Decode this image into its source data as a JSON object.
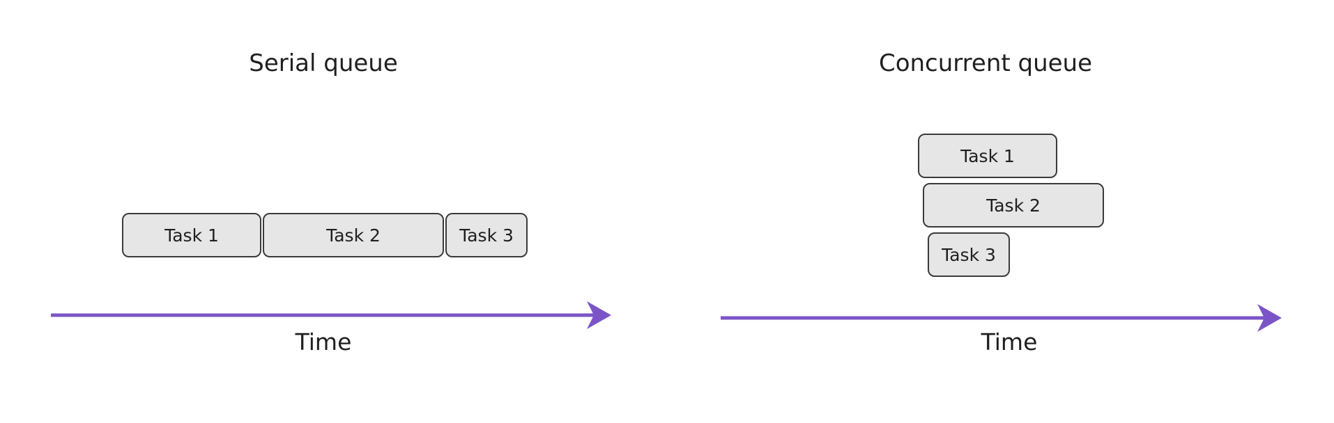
{
  "serial": {
    "title": "Serial queue",
    "tasks": [
      "Task 1",
      "Task 2",
      "Task 3"
    ],
    "axis_label": "Time"
  },
  "concurrent": {
    "title": "Concurrent queue",
    "tasks": [
      "Task 1",
      "Task 2",
      "Task 3"
    ],
    "axis_label": "Time"
  },
  "colors": {
    "arrow": "#7b55c7",
    "task_fill": "#e6e6e6",
    "task_border": "#3a3a3a"
  }
}
